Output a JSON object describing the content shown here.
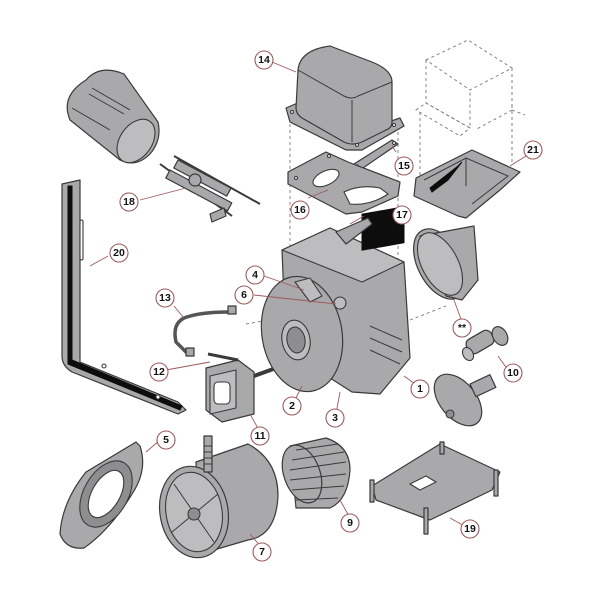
{
  "diagram": {
    "type": "exploded parts view",
    "subject": "oil burner assembly",
    "callouts": [
      {
        "id": "c14",
        "label": "14",
        "part": "burner cover"
      },
      {
        "id": "c15",
        "label": "15",
        "part": "gasket strip"
      },
      {
        "id": "c16",
        "label": "16",
        "part": "cover gasket"
      },
      {
        "id": "c17",
        "label": "17",
        "part": "air damper lever"
      },
      {
        "id": "c21",
        "label": "21",
        "part": "air intake box"
      },
      {
        "id": "c18",
        "label": "18",
        "part": "electrode assembly"
      },
      {
        "id": "c20",
        "label": "20",
        "part": "mounting bracket"
      },
      {
        "id": "c4",
        "label": "4",
        "part": "inspection cover"
      },
      {
        "id": "c6",
        "label": "6",
        "part": "sight glass"
      },
      {
        "id": "c13",
        "label": "13",
        "part": "oil line"
      },
      {
        "id": "c12",
        "label": "12",
        "part": "pump tube"
      },
      {
        "id": "c11",
        "label": "11",
        "part": "oil pump"
      },
      {
        "id": "c2",
        "label": "2",
        "part": "air tube flange"
      },
      {
        "id": "c3",
        "label": "3",
        "part": "housing front"
      },
      {
        "id": "c1",
        "label": "1",
        "part": "burner housing"
      },
      {
        "id": "cstar",
        "label": "**",
        "part": "burner head cone"
      },
      {
        "id": "c10",
        "label": "10",
        "part": "nozzle holder"
      },
      {
        "id": "c5",
        "label": "5",
        "part": "mounting flange"
      },
      {
        "id": "c7",
        "label": "7",
        "part": "motor"
      },
      {
        "id": "c9",
        "label": "9",
        "part": "fan wheel"
      },
      {
        "id": "c19",
        "label": "19",
        "part": "base plate"
      }
    ]
  }
}
